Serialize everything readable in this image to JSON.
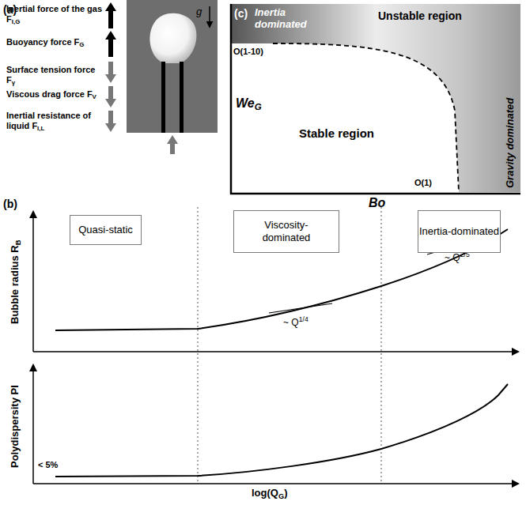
{
  "diagram": {
    "nodes": [
      {
        "text": [
          "Quasi-static"
        ]
      },
      {
        "text": [
          "Viscosity-dominated"
        ]
      },
      {
        "text": [
          "Inertia-dominated"
        ]
      }
    ],
    "edges": [],
    "labels": [
      "(a)",
      "Inertial force of the gas F",
      "I,G",
      "Buoyancy force F",
      "G",
      "Surface tension force F",
      "γ",
      "Viscous drag force F",
      "V",
      "Inertial resistance of liquid F",
      "I,L",
      "g",
      "(c)",
      "Inertia dominated",
      "Unstable region",
      "We",
      "G",
      "O(1-10)",
      "Stable region",
      "O(1)",
      "Gravity dominated",
      "Bo",
      "(b)",
      "Bubble radius R",
      "B",
      "~ Q",
      "1/4",
      "~ Q",
      "2/5",
      "Polydispersity PI",
      "< 5%",
      "log(Q",
      "G",
      ")"
    ]
  }
}
